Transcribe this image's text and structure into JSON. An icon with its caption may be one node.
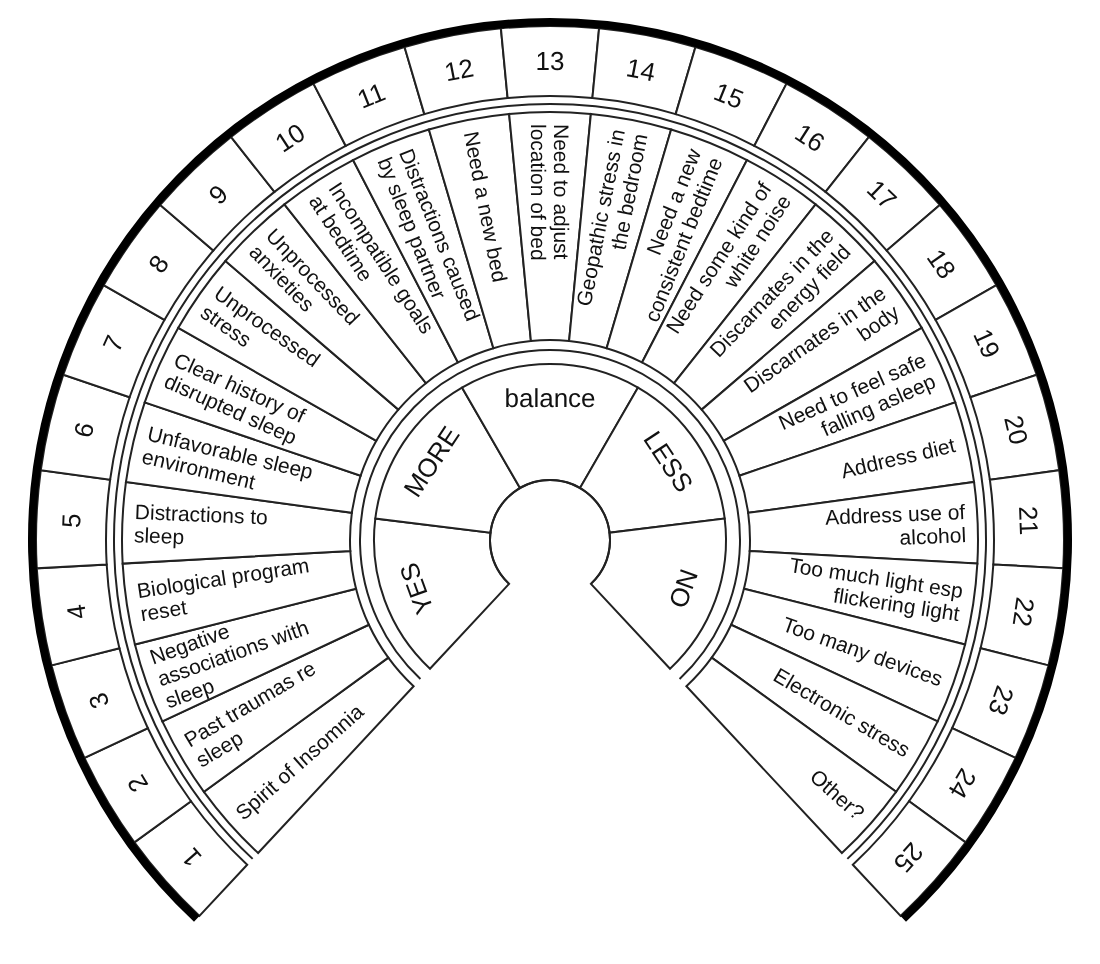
{
  "diagram": {
    "nodes": [
      {
        "text": [
          "YES"
        ]
      },
      {
        "text": [
          "MORE"
        ]
      },
      {
        "text": [
          "balance"
        ]
      },
      {
        "text": [
          "LESS"
        ]
      },
      {
        "text": [
          "NO"
        ]
      },
      {
        "text": [
          "Spirit of Insomnia"
        ]
      },
      {
        "text": [
          "Past traumas re sleep"
        ]
      },
      {
        "text": [
          "Negative associations with sleep"
        ]
      },
      {
        "text": [
          "Biological program reset"
        ]
      },
      {
        "text": [
          "Distractions to sleep"
        ]
      },
      {
        "text": [
          "Unfavorable sleep environment"
        ]
      },
      {
        "text": [
          "Clear history of disrupted sleep"
        ]
      },
      {
        "text": [
          "Unprocessed stress"
        ]
      },
      {
        "text": [
          "Unprocessed anxieties"
        ]
      },
      {
        "text": [
          "Incompatible goals at bedtime"
        ]
      },
      {
        "text": [
          "Distractions caused by sleep partner"
        ]
      },
      {
        "text": [
          "Need a new bed"
        ]
      },
      {
        "text": [
          "Need to adjust location of bed"
        ]
      },
      {
        "text": [
          "Geopathic stress in the bedroom"
        ]
      },
      {
        "text": [
          "Need a new consistent bedtime"
        ]
      },
      {
        "text": [
          "Need some kind of white noise"
        ]
      },
      {
        "text": [
          "Discarnates in the energy field"
        ]
      },
      {
        "text": [
          "Discarnates in the body"
        ]
      },
      {
        "text": [
          "Need to feel safe falling asleep"
        ]
      },
      {
        "text": [
          "Address diet"
        ]
      },
      {
        "text": [
          "Address use of alcohol"
        ]
      },
      {
        "text": [
          "Too much light esp flickering light"
        ]
      },
      {
        "text": [
          "Too many devices"
        ]
      },
      {
        "text": [
          "Electronic stress"
        ]
      },
      {
        "text": [
          "Other?"
        ]
      },
      {
        "text": [
          "1"
        ]
      },
      {
        "text": [
          "2"
        ]
      },
      {
        "text": [
          "3"
        ]
      },
      {
        "text": [
          "4"
        ]
      },
      {
        "text": [
          "5"
        ]
      },
      {
        "text": [
          "6"
        ]
      },
      {
        "text": [
          "7"
        ]
      },
      {
        "text": [
          "8"
        ]
      },
      {
        "text": [
          "9"
        ]
      },
      {
        "text": [
          "10"
        ]
      },
      {
        "text": [
          "11"
        ]
      },
      {
        "text": [
          "12"
        ]
      },
      {
        "text": [
          "13"
        ]
      },
      {
        "text": [
          "14"
        ]
      },
      {
        "text": [
          "15"
        ]
      },
      {
        "text": [
          "16"
        ]
      },
      {
        "text": [
          "17"
        ]
      },
      {
        "text": [
          "18"
        ]
      },
      {
        "text": [
          "19"
        ]
      },
      {
        "text": [
          "20"
        ]
      },
      {
        "text": [
          "21"
        ]
      },
      {
        "text": [
          "22"
        ]
      },
      {
        "text": [
          "23"
        ]
      },
      {
        "text": [
          "24"
        ]
      },
      {
        "text": [
          "25"
        ]
      }
    ]
  }
}
